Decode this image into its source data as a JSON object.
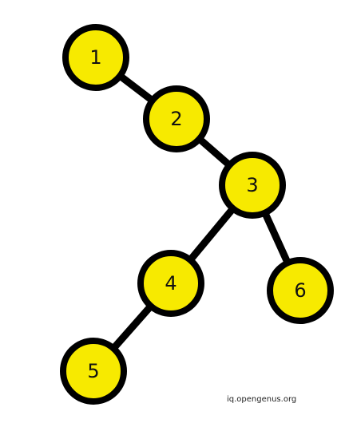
{
  "colors": {
    "node_fill": "#f7ea00",
    "stroke": "#000000",
    "label": "#111111",
    "background": "#ffffff"
  },
  "tree": {
    "nodes": [
      {
        "id": "1",
        "label": "1"
      },
      {
        "id": "2",
        "label": "2"
      },
      {
        "id": "3",
        "label": "3"
      },
      {
        "id": "4",
        "label": "4"
      },
      {
        "id": "5",
        "label": "5"
      },
      {
        "id": "6",
        "label": "6"
      }
    ],
    "edges": [
      {
        "from": "1",
        "to": "2"
      },
      {
        "from": "2",
        "to": "3"
      },
      {
        "from": "3",
        "to": "4"
      },
      {
        "from": "3",
        "to": "6"
      },
      {
        "from": "4",
        "to": "5"
      }
    ]
  },
  "watermark": "iq.opengenus.org"
}
